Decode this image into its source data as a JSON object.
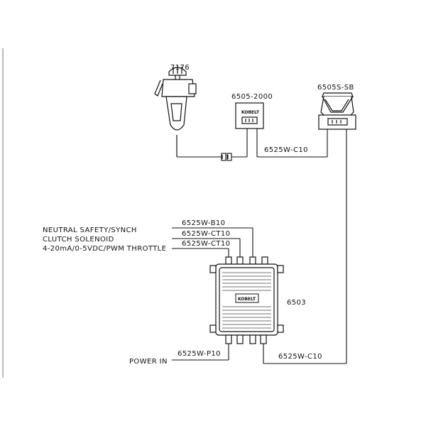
{
  "components": {
    "lever": "7176",
    "indicator": "6505-2000",
    "panel": "6505S-SB",
    "controller": "6503"
  },
  "brand": "KOBELT",
  "cables": {
    "lever_to_indicator": "6525W-C10",
    "panel_to_controller": "6525W-C10",
    "neutral": "6525W-B10",
    "clutch": "6525W-CT10",
    "throttle": "6525W-CT10",
    "power": "6525W-P10"
  },
  "signals": {
    "neutral": "NEUTRAL SAFETY/SYNCH",
    "clutch": "CLUTCH SOLENOID",
    "throttle": "4-20mA/0-5VDC/PWM THROTTLE",
    "power": "POWER IN"
  }
}
